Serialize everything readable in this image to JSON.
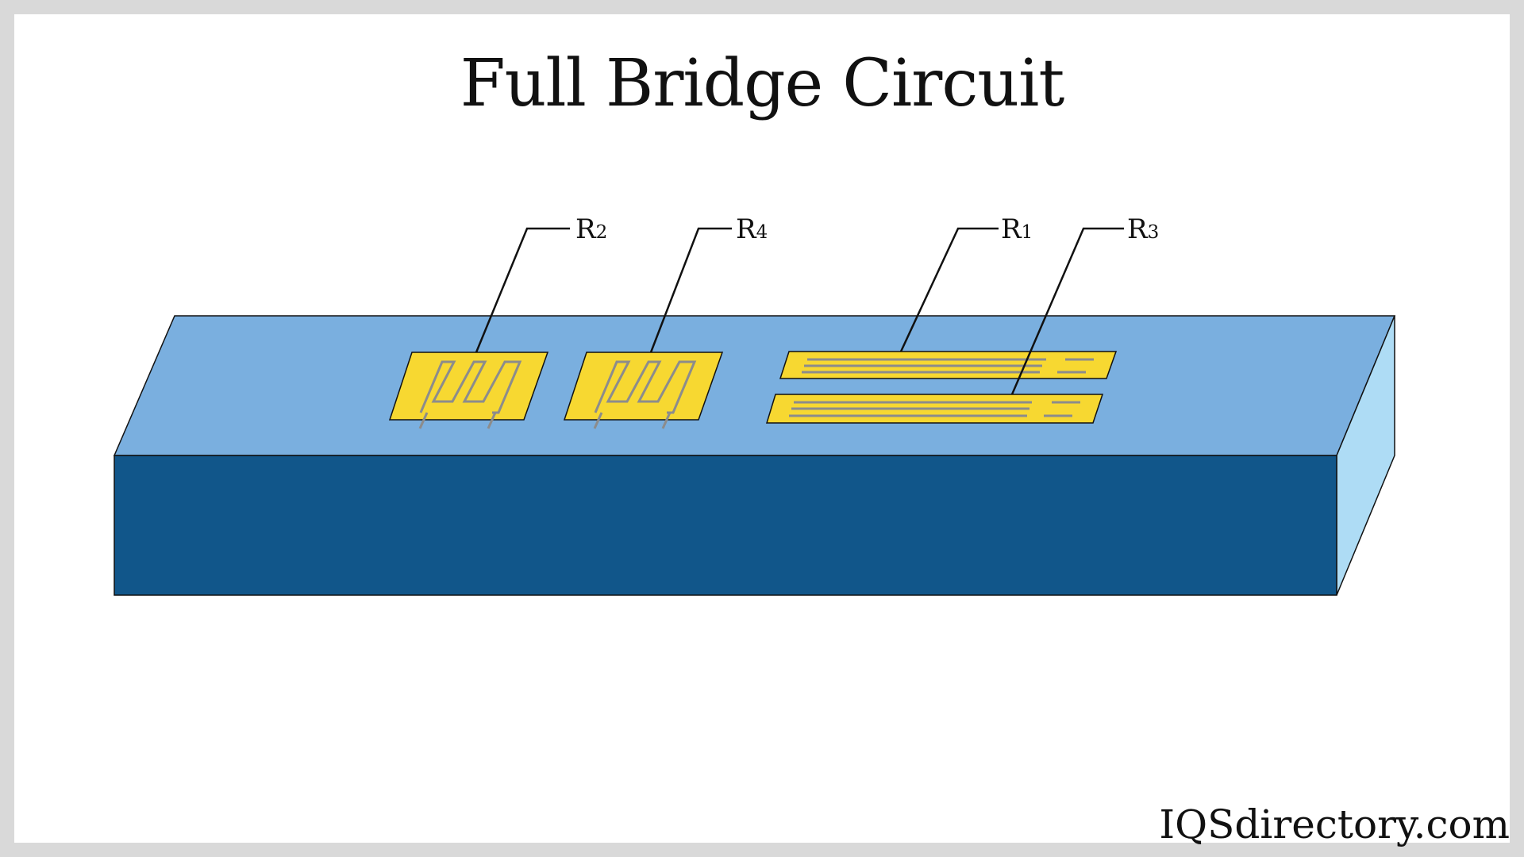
{
  "title": "Full Bridge Circuit",
  "watermark": "IQSdirectory.com",
  "labels": {
    "r2": {
      "letter": "R",
      "sub": "2"
    },
    "r4": {
      "letter": "R",
      "sub": "4"
    },
    "r1": {
      "letter": "R",
      "sub": "1"
    },
    "r3": {
      "letter": "R",
      "sub": "3"
    }
  },
  "colors": {
    "background": "#d9d9d9",
    "canvas": "#ffffff",
    "beam_top": "#7aafdf",
    "beam_front": "#11568a",
    "beam_side": "#aedcf5",
    "gauge": "#f7d831",
    "gauge_trace": "#8c8c8c",
    "outline": "#111111"
  }
}
